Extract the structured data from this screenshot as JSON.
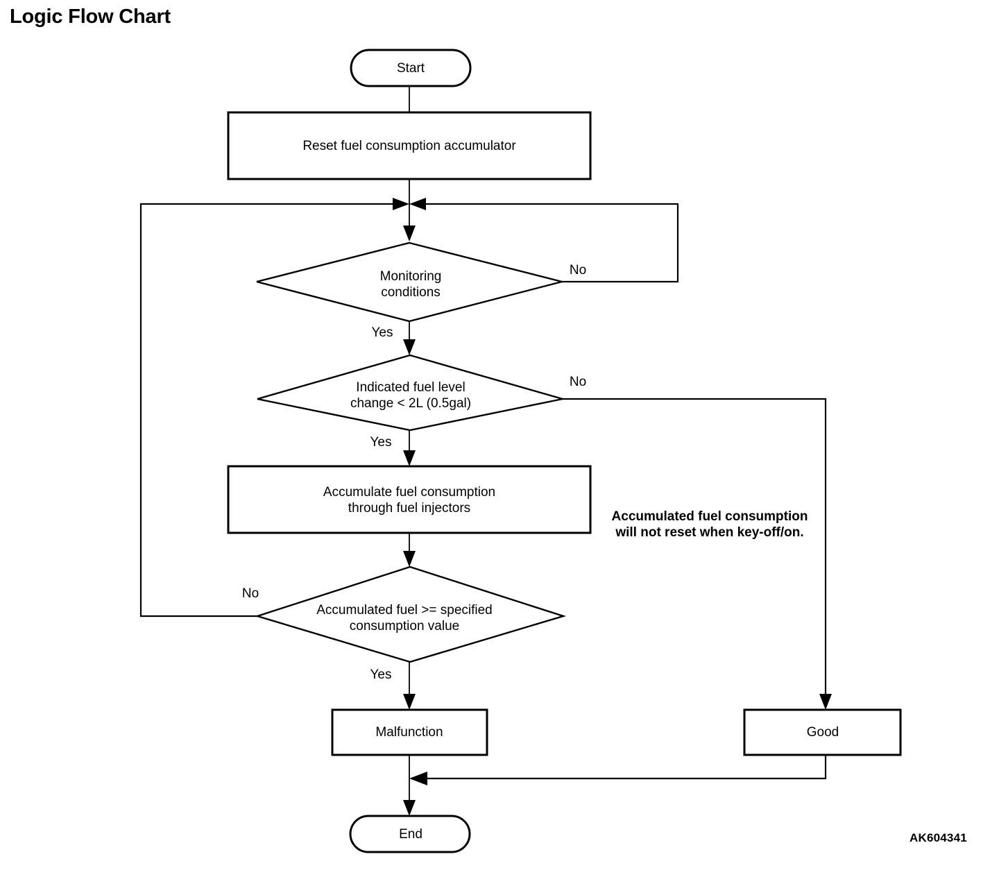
{
  "page": {
    "title": "Logic Flow Chart",
    "figure_id": "AK604341",
    "background_color": "#ffffff",
    "line_color": "#000000"
  },
  "chart_data": {
    "type": "flowchart",
    "title": "Logic Flow Chart",
    "nodes": [
      {
        "id": "start",
        "shape": "terminator",
        "label": "Start"
      },
      {
        "id": "reset",
        "shape": "process",
        "label": "Reset fuel consumption accumulator"
      },
      {
        "id": "monitoring",
        "shape": "decision",
        "label_line1": "Monitoring",
        "label_line2": "conditions"
      },
      {
        "id": "fuellevel",
        "shape": "decision",
        "label_line1": "Indicated fuel level",
        "label_line2": "change < 2L (0.5gal)"
      },
      {
        "id": "accumulate",
        "shape": "process",
        "label_line1": "Accumulate fuel consumption",
        "label_line2": "through fuel injectors"
      },
      {
        "id": "threshold",
        "shape": "decision",
        "label_line1": "Accumulated fuel >= specified",
        "label_line2": "consumption value"
      },
      {
        "id": "malfunction",
        "shape": "process",
        "label": "Malfunction"
      },
      {
        "id": "good",
        "shape": "process",
        "label": "Good"
      },
      {
        "id": "end",
        "shape": "terminator",
        "label": "End"
      }
    ],
    "edges": [
      {
        "from": "start",
        "to": "reset",
        "label": ""
      },
      {
        "from": "reset",
        "to": "monitoring",
        "label": ""
      },
      {
        "from": "monitoring",
        "to": "fuellevel",
        "label": "Yes"
      },
      {
        "from": "monitoring",
        "to": "monitoring",
        "label": "No"
      },
      {
        "from": "fuellevel",
        "to": "accumulate",
        "label": "Yes"
      },
      {
        "from": "fuellevel",
        "to": "good",
        "label": "No"
      },
      {
        "from": "accumulate",
        "to": "threshold",
        "label": ""
      },
      {
        "from": "threshold",
        "to": "monitoring",
        "label": "No"
      },
      {
        "from": "threshold",
        "to": "malfunction",
        "label": "Yes"
      },
      {
        "from": "malfunction",
        "to": "end",
        "label": ""
      },
      {
        "from": "good",
        "to": "end",
        "label": ""
      }
    ],
    "annotations": [
      {
        "id": "note-accumulator",
        "line1": "Accumulated fuel consumption",
        "line2": "will not reset when key-off/on."
      }
    ],
    "branch_labels": {
      "monitoring_yes": "Yes",
      "monitoring_no": "No",
      "fuellevel_yes": "Yes",
      "fuellevel_no": "No",
      "threshold_yes": "Yes",
      "threshold_no": "No"
    }
  },
  "labels": {
    "start": "Start",
    "reset": "Reset fuel consumption accumulator",
    "monitoring_l1": "Monitoring",
    "monitoring_l2": "conditions",
    "fuellevel_l1": "Indicated fuel level",
    "fuellevel_l2": "change < 2L (0.5gal)",
    "accumulate_l1": "Accumulate fuel consumption",
    "accumulate_l2": "through fuel injectors",
    "threshold_l1": "Accumulated fuel >= specified",
    "threshold_l2": "consumption value",
    "malfunction": "Malfunction",
    "good": "Good",
    "end": "End",
    "note_l1": "Accumulated fuel consumption",
    "note_l2": "will not reset when key-off/on.",
    "yes_1": "Yes",
    "yes_2": "Yes",
    "yes_3": "Yes",
    "no_1": "No",
    "no_2": "No",
    "no_3": "No"
  }
}
